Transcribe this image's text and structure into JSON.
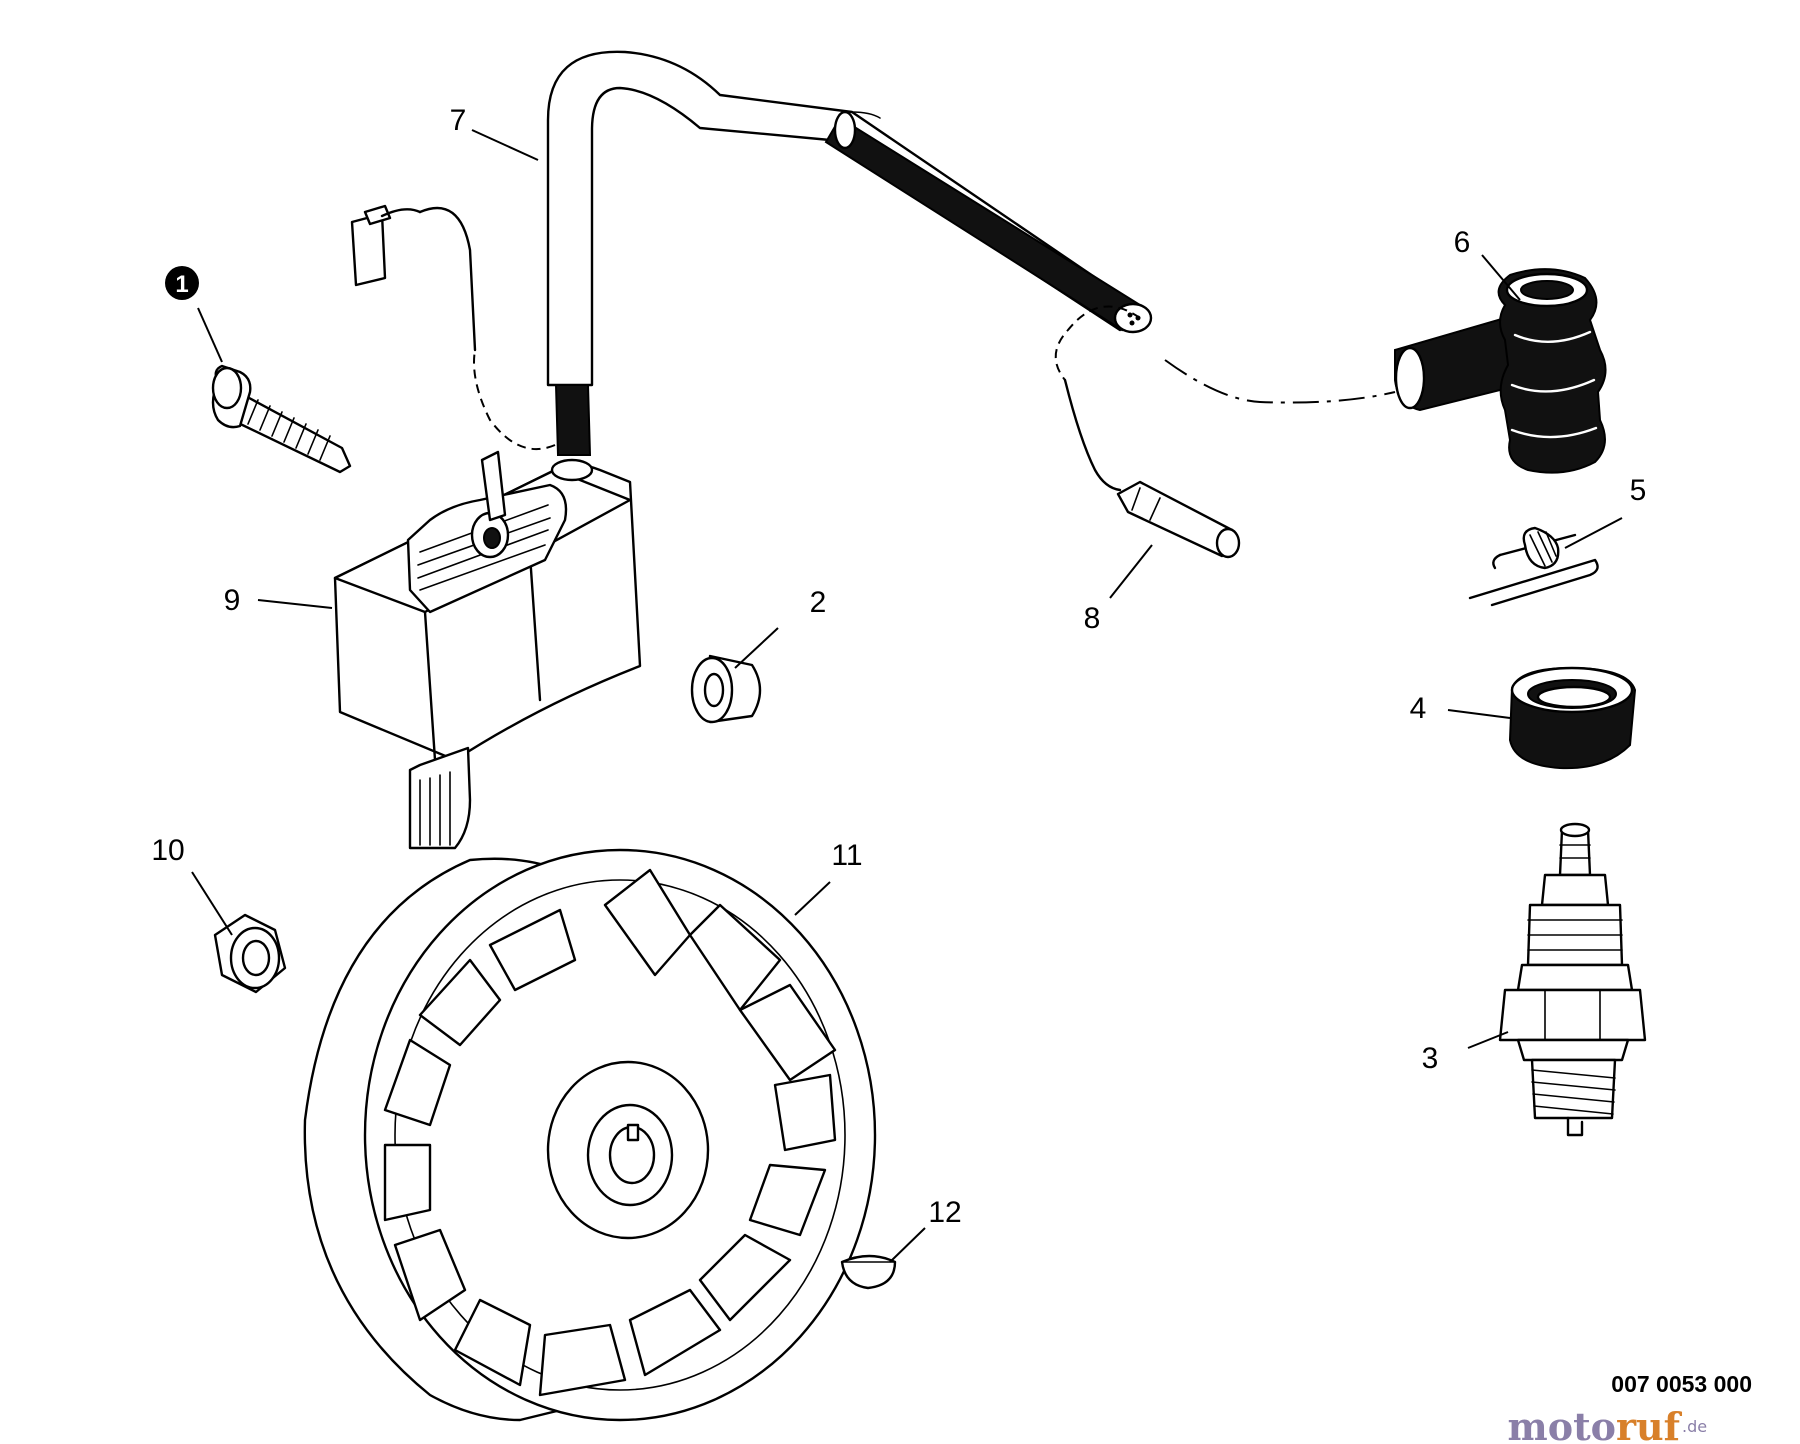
{
  "diagram": {
    "callouts": [
      {
        "id": "1",
        "label": "1",
        "style": "filled-circle"
      },
      {
        "id": "2",
        "label": "2"
      },
      {
        "id": "3",
        "label": "3"
      },
      {
        "id": "4",
        "label": "4"
      },
      {
        "id": "5",
        "label": "5"
      },
      {
        "id": "6",
        "label": "6"
      },
      {
        "id": "7",
        "label": "7"
      },
      {
        "id": "8",
        "label": "8"
      },
      {
        "id": "9",
        "label": "9"
      },
      {
        "id": "10",
        "label": "10"
      },
      {
        "id": "11",
        "label": "11"
      },
      {
        "id": "12",
        "label": "12"
      }
    ],
    "drawing_code": "007 0053 000",
    "watermark": {
      "part1": "moto",
      "part2": "ruf",
      "suffix": ".de"
    }
  }
}
